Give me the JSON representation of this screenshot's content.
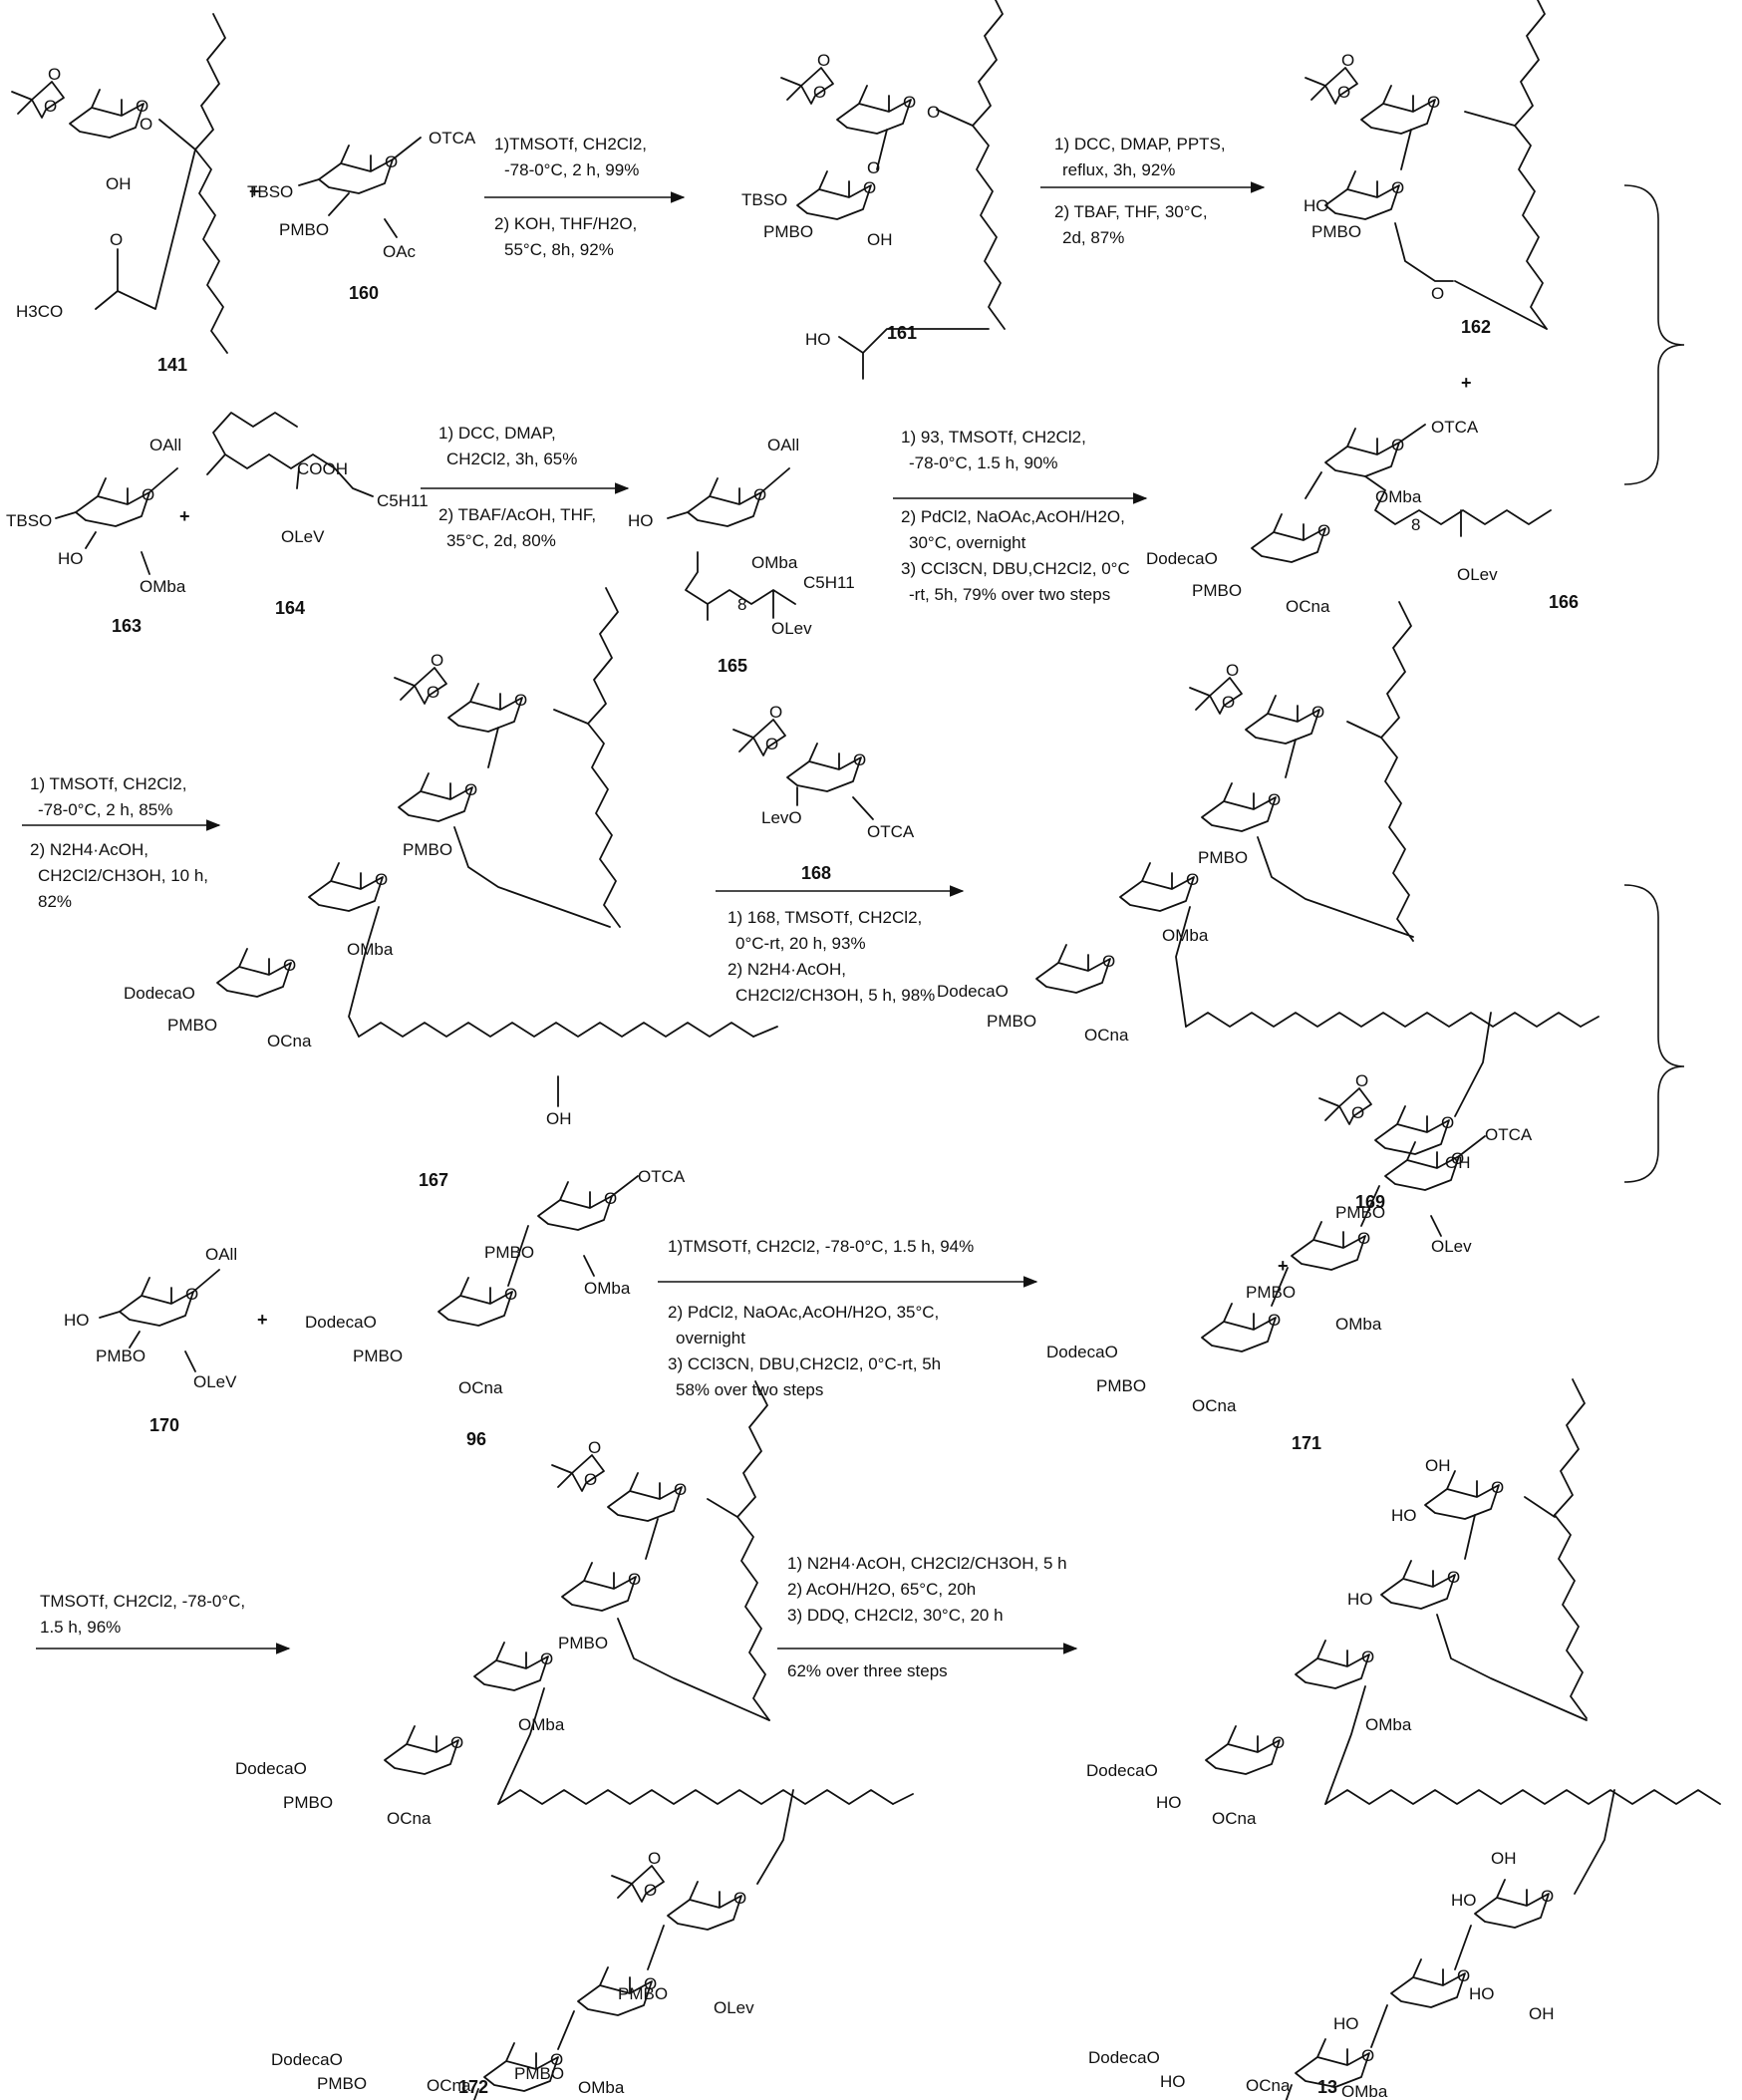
{
  "compounds": [
    {
      "id": "141",
      "labels": [
        "OH",
        "O",
        "O",
        "O",
        "O",
        "H3CO"
      ]
    },
    {
      "id": "160",
      "labels": [
        "OTCA",
        "TBSO",
        "PMBO",
        "OAc",
        "O"
      ]
    },
    {
      "id": "161",
      "labels": [
        "TBSO",
        "PMBO",
        "OH",
        "HO",
        "O",
        "O"
      ]
    },
    {
      "id": "162",
      "labels": [
        "HO",
        "PMBO",
        "O"
      ]
    },
    {
      "id": "163",
      "labels": [
        "OAll",
        "TBSO",
        "HO",
        "OMba"
      ]
    },
    {
      "id": "164",
      "labels": [
        "COOH",
        "C5H11",
        "OLeV"
      ]
    },
    {
      "id": "165",
      "labels": [
        "OAll",
        "HO",
        "OMba",
        "8",
        "C5H11",
        "OLev"
      ]
    },
    {
      "id": "166",
      "labels": [
        "OTCA",
        "OMba",
        "DodecaO",
        "PMBO",
        "OCna",
        "8",
        "OLev"
      ]
    },
    {
      "id": "167",
      "labels": [
        "PMBO",
        "OMba",
        "DodecaO",
        "PMBO",
        "OCna",
        "OH"
      ]
    },
    {
      "id": "168",
      "labels": [
        "LevO",
        "OTCA"
      ]
    },
    {
      "id": "169",
      "labels": [
        "PMBO",
        "OMba",
        "DodecaO",
        "PMBO",
        "OCna",
        "OH"
      ]
    },
    {
      "id": "170",
      "labels": [
        "OAll",
        "HO",
        "PMBO",
        "OLeV"
      ]
    },
    {
      "id": "96",
      "labels": [
        "OTCA",
        "PMBO",
        "OMba",
        "DodecaO",
        "PMBO",
        "OCna"
      ]
    },
    {
      "id": "171",
      "labels": [
        "OTCA",
        "PMBO",
        "OLev",
        "PMBO",
        "OMba",
        "DodecaO",
        "PMBO",
        "OCna"
      ]
    },
    {
      "id": "172",
      "labels": [
        "PMBO",
        "OMba",
        "DodecaO",
        "PMBO",
        "OCna",
        "PMBO",
        "OLev",
        "PMBO",
        "OMba",
        "DodecaO",
        "PMBO",
        "OCna"
      ]
    },
    {
      "id": "13",
      "labels": [
        "OH",
        "HO",
        "HO",
        "OMba",
        "DodecaO",
        "HO",
        "OCna",
        "OH",
        "HO",
        "HO",
        "OH",
        "HO",
        "OMba",
        "DodecaO",
        "HO",
        "OCna"
      ]
    }
  ],
  "plus_sign": "+",
  "reactions": [
    {
      "id": "r1",
      "lines": [
        "1)TMSOTf, CH2Cl2,",
        "-78-0°C, 2 h, 99%",
        "2)  KOH, THF/H2O,",
        "55°C, 8h, 92%"
      ]
    },
    {
      "id": "r2",
      "lines": [
        "1) DCC, DMAP, PPTS,",
        "reflux, 3h, 92%",
        "2)  TBAF, THF, 30°C,",
        "2d, 87%"
      ]
    },
    {
      "id": "r3",
      "lines": [
        "1) DCC, DMAP,",
        "CH2Cl2, 3h, 65%",
        "2)  TBAF/AcOH, THF,",
        "35°C, 2d, 80%"
      ]
    },
    {
      "id": "r4",
      "lines": [
        "1) 93, TMSOTf, CH2Cl2,",
        "-78-0°C, 1.5 h, 90%",
        "2) PdCl2, NaOAc,AcOH/H2O,",
        "30°C, overnight",
        "3) CCl3CN, DBU,CH2Cl2, 0°C",
        "-rt, 5h, 79% over two steps"
      ]
    },
    {
      "id": "r5",
      "lines": [
        "1) TMSOTf, CH2Cl2,",
        "-78-0°C, 2 h, 85%",
        "2) N2H4·AcOH,",
        "CH2Cl2/CH3OH, 10 h,",
        "82%"
      ]
    },
    {
      "id": "r6",
      "lines": [
        "1) 168, TMSOTf, CH2Cl2,",
        "0°C-rt, 20 h, 93%",
        "2) N2H4·AcOH,",
        "CH2Cl2/CH3OH, 5 h, 98%"
      ]
    },
    {
      "id": "r7",
      "lines": [
        "1)TMSOTf, CH2Cl2, -78-0°C, 1.5 h, 94%",
        "2) PdCl2, NaOAc,AcOH/H2O,  35°C,",
        "overnight",
        "3) CCl3CN, DBU,CH2Cl2, 0°C-rt, 5h",
        "58% over two steps"
      ]
    },
    {
      "id": "r8",
      "lines": [
        "TMSOTf, CH2Cl2, -78-0°C,",
        "1.5 h, 96%"
      ]
    },
    {
      "id": "r9",
      "lines": [
        "1) N2H4·AcOH, CH2Cl2/CH3OH, 5 h",
        "2) AcOH/H2O, 65°C, 20h",
        "3) DDQ, CH2Cl2, 30°C, 20 h",
        "62% over three steps"
      ]
    }
  ]
}
